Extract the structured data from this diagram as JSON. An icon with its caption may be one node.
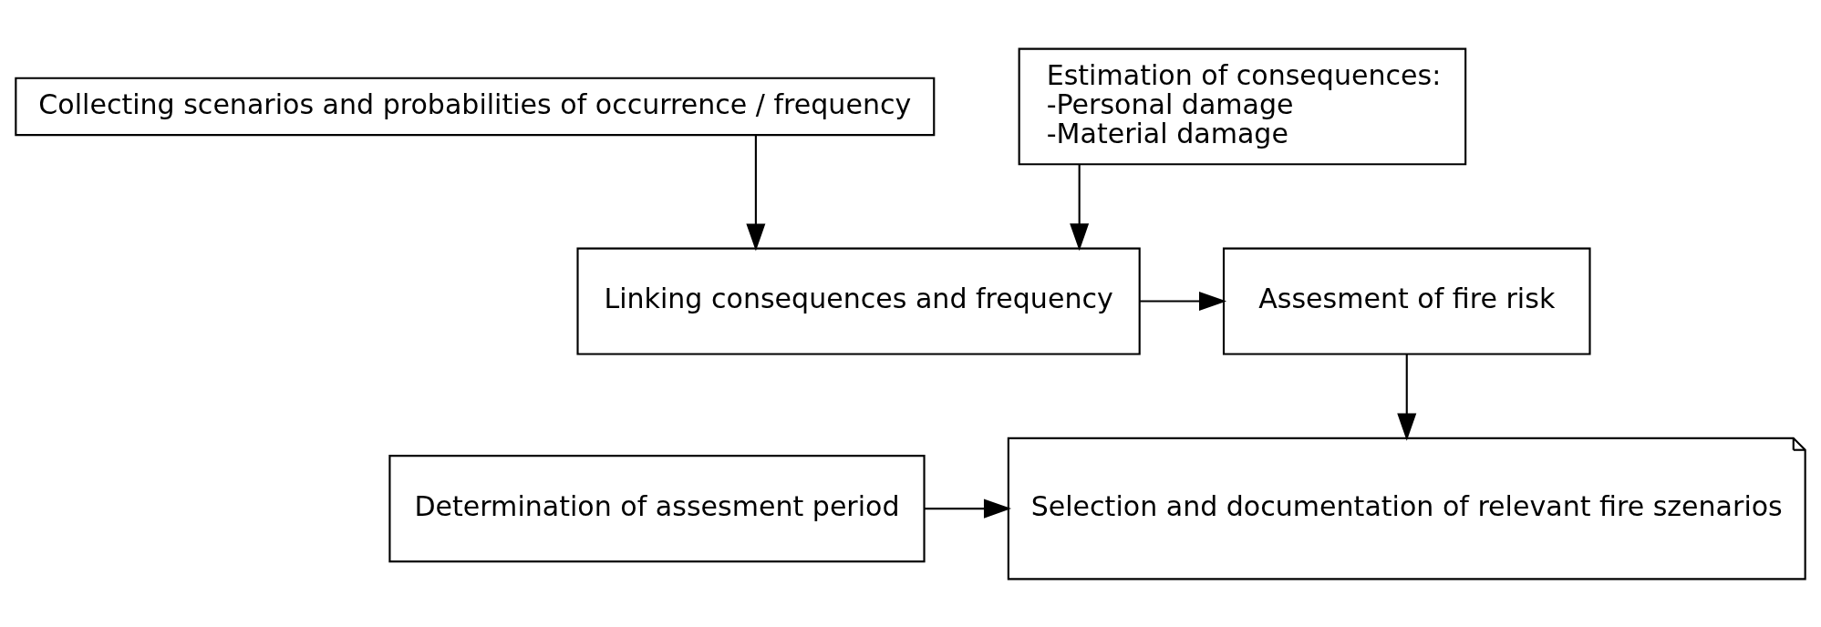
{
  "diagram": {
    "nodes": [
      {
        "text": [
          "Collecting scenarios and probabilities of occurrence / frequency"
        ]
      },
      {
        "text": [
          "Estimation of consequences:",
          "-Personal damage",
          "-Material damage"
        ]
      },
      {
        "text": [
          "Linking consequences and frequency"
        ]
      },
      {
        "text": [
          "Assesment of fire risk"
        ]
      },
      {
        "text": [
          "Determination of assesment period"
        ]
      },
      {
        "text": [
          "Selection and documentation of relevant fire szenarios"
        ]
      }
    ],
    "edges": [
      {
        "from": 0,
        "to": 2,
        "arrow": "to"
      },
      {
        "from": 1,
        "to": 2,
        "arrow": "to"
      },
      {
        "from": 2,
        "to": 3,
        "arrow": "to"
      },
      {
        "from": 3,
        "to": 5,
        "arrow": "to"
      },
      {
        "from": 4,
        "to": 5,
        "arrow": "to"
      }
    ]
  }
}
